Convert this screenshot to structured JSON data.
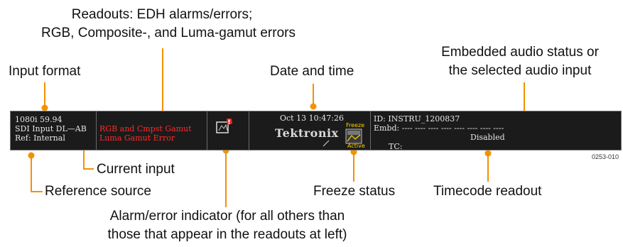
{
  "callouts": {
    "readouts_line1": "Readouts: EDH alarms/errors;",
    "readouts_line2": "RGB, Composite-, and Luma-gamut errors",
    "input_format": "Input format",
    "date_time": "Date and time",
    "embedded_audio_line1": "Embedded audio status or",
    "embedded_audio_line2": "the selected audio input",
    "current_input": "Current input",
    "reference_source": "Reference source",
    "freeze_status": "Freeze status",
    "timecode_readout": "Timecode readout",
    "alarm_line1": "Alarm/error indicator (for all others than",
    "alarm_line2": "those that appear in the readouts at left)"
  },
  "status_bar": {
    "input_format": "1080i 59.94",
    "current_input": "SDI Input DL—AB",
    "reference": "Ref: Internal",
    "gamut_error_1": "RGB and Cmpst Gamut",
    "gamut_error_2": "Luma Gamut Error",
    "datetime": "Oct 13 10:47:26",
    "logo": "Tektronix",
    "freeze_label": "Freeze",
    "active_label": "Active",
    "id_line": "ID: INSTRU_1200837",
    "embd_line": "Embd: ---- ---- ---- ---- ---- ---- ---- ----",
    "tc_label": "TC:",
    "tc_value": "Disabled"
  },
  "figure_id": "0253-010",
  "colors": {
    "leader": "#f39200",
    "bar_bg": "#1b1b1b",
    "error_red": "#ff2a2a",
    "freeze_yellow": "#ffd200"
  }
}
